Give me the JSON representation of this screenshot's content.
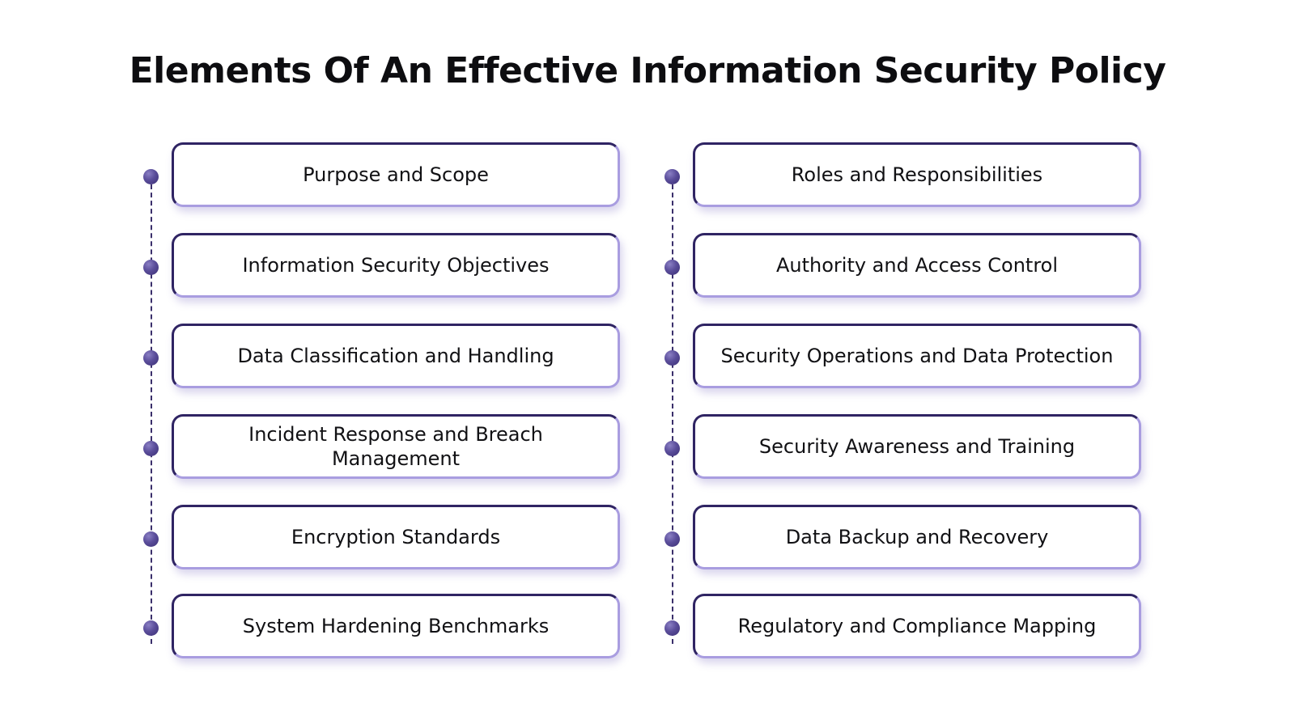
{
  "title": "Elements Of An Effective Information Security Policy",
  "colors": {
    "accent_dark": "#2f2463",
    "accent_light": "#a99de0",
    "dot": "#5a4d9a"
  },
  "left_column": {
    "items": [
      {
        "label": "Purpose and Scope"
      },
      {
        "label": "Information Security Objectives"
      },
      {
        "label": "Data Classification and Handling"
      },
      {
        "label": "Incident Response and Breach Management"
      },
      {
        "label": "Encryption Standards"
      },
      {
        "label": "System Hardening Benchmarks"
      }
    ]
  },
  "right_column": {
    "items": [
      {
        "label": "Roles and Responsibilities"
      },
      {
        "label": "Authority and Access Control"
      },
      {
        "label": "Security Operations and Data Protection"
      },
      {
        "label": "Security Awareness and Training"
      },
      {
        "label": "Data Backup and Recovery"
      },
      {
        "label": "Regulatory and Compliance Mapping"
      }
    ]
  }
}
